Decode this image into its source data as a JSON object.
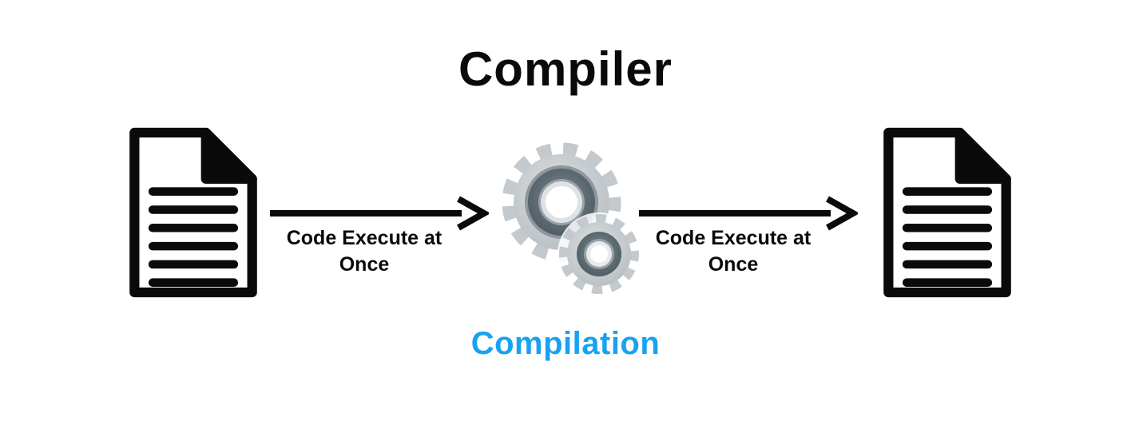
{
  "title": "Compiler",
  "diagram": {
    "source_file": {
      "icon": "document-icon"
    },
    "left_arrow": {
      "icon": "arrow-right-icon",
      "label_line1": "Code Execute at",
      "label_line2": "Once"
    },
    "compiler_stage": {
      "icon": "gears-icon",
      "caption": "Compilation"
    },
    "right_arrow": {
      "icon": "arrow-right-icon",
      "label_line1": "Code Execute at",
      "label_line2": "Once"
    },
    "output_file": {
      "icon": "document-icon"
    }
  },
  "colors": {
    "background": "#ffffff",
    "text": "#0a0a0a",
    "caption_blue": "#18a2f2",
    "gear_light": "#c3c9cc",
    "gear_dark": "#57646c"
  }
}
